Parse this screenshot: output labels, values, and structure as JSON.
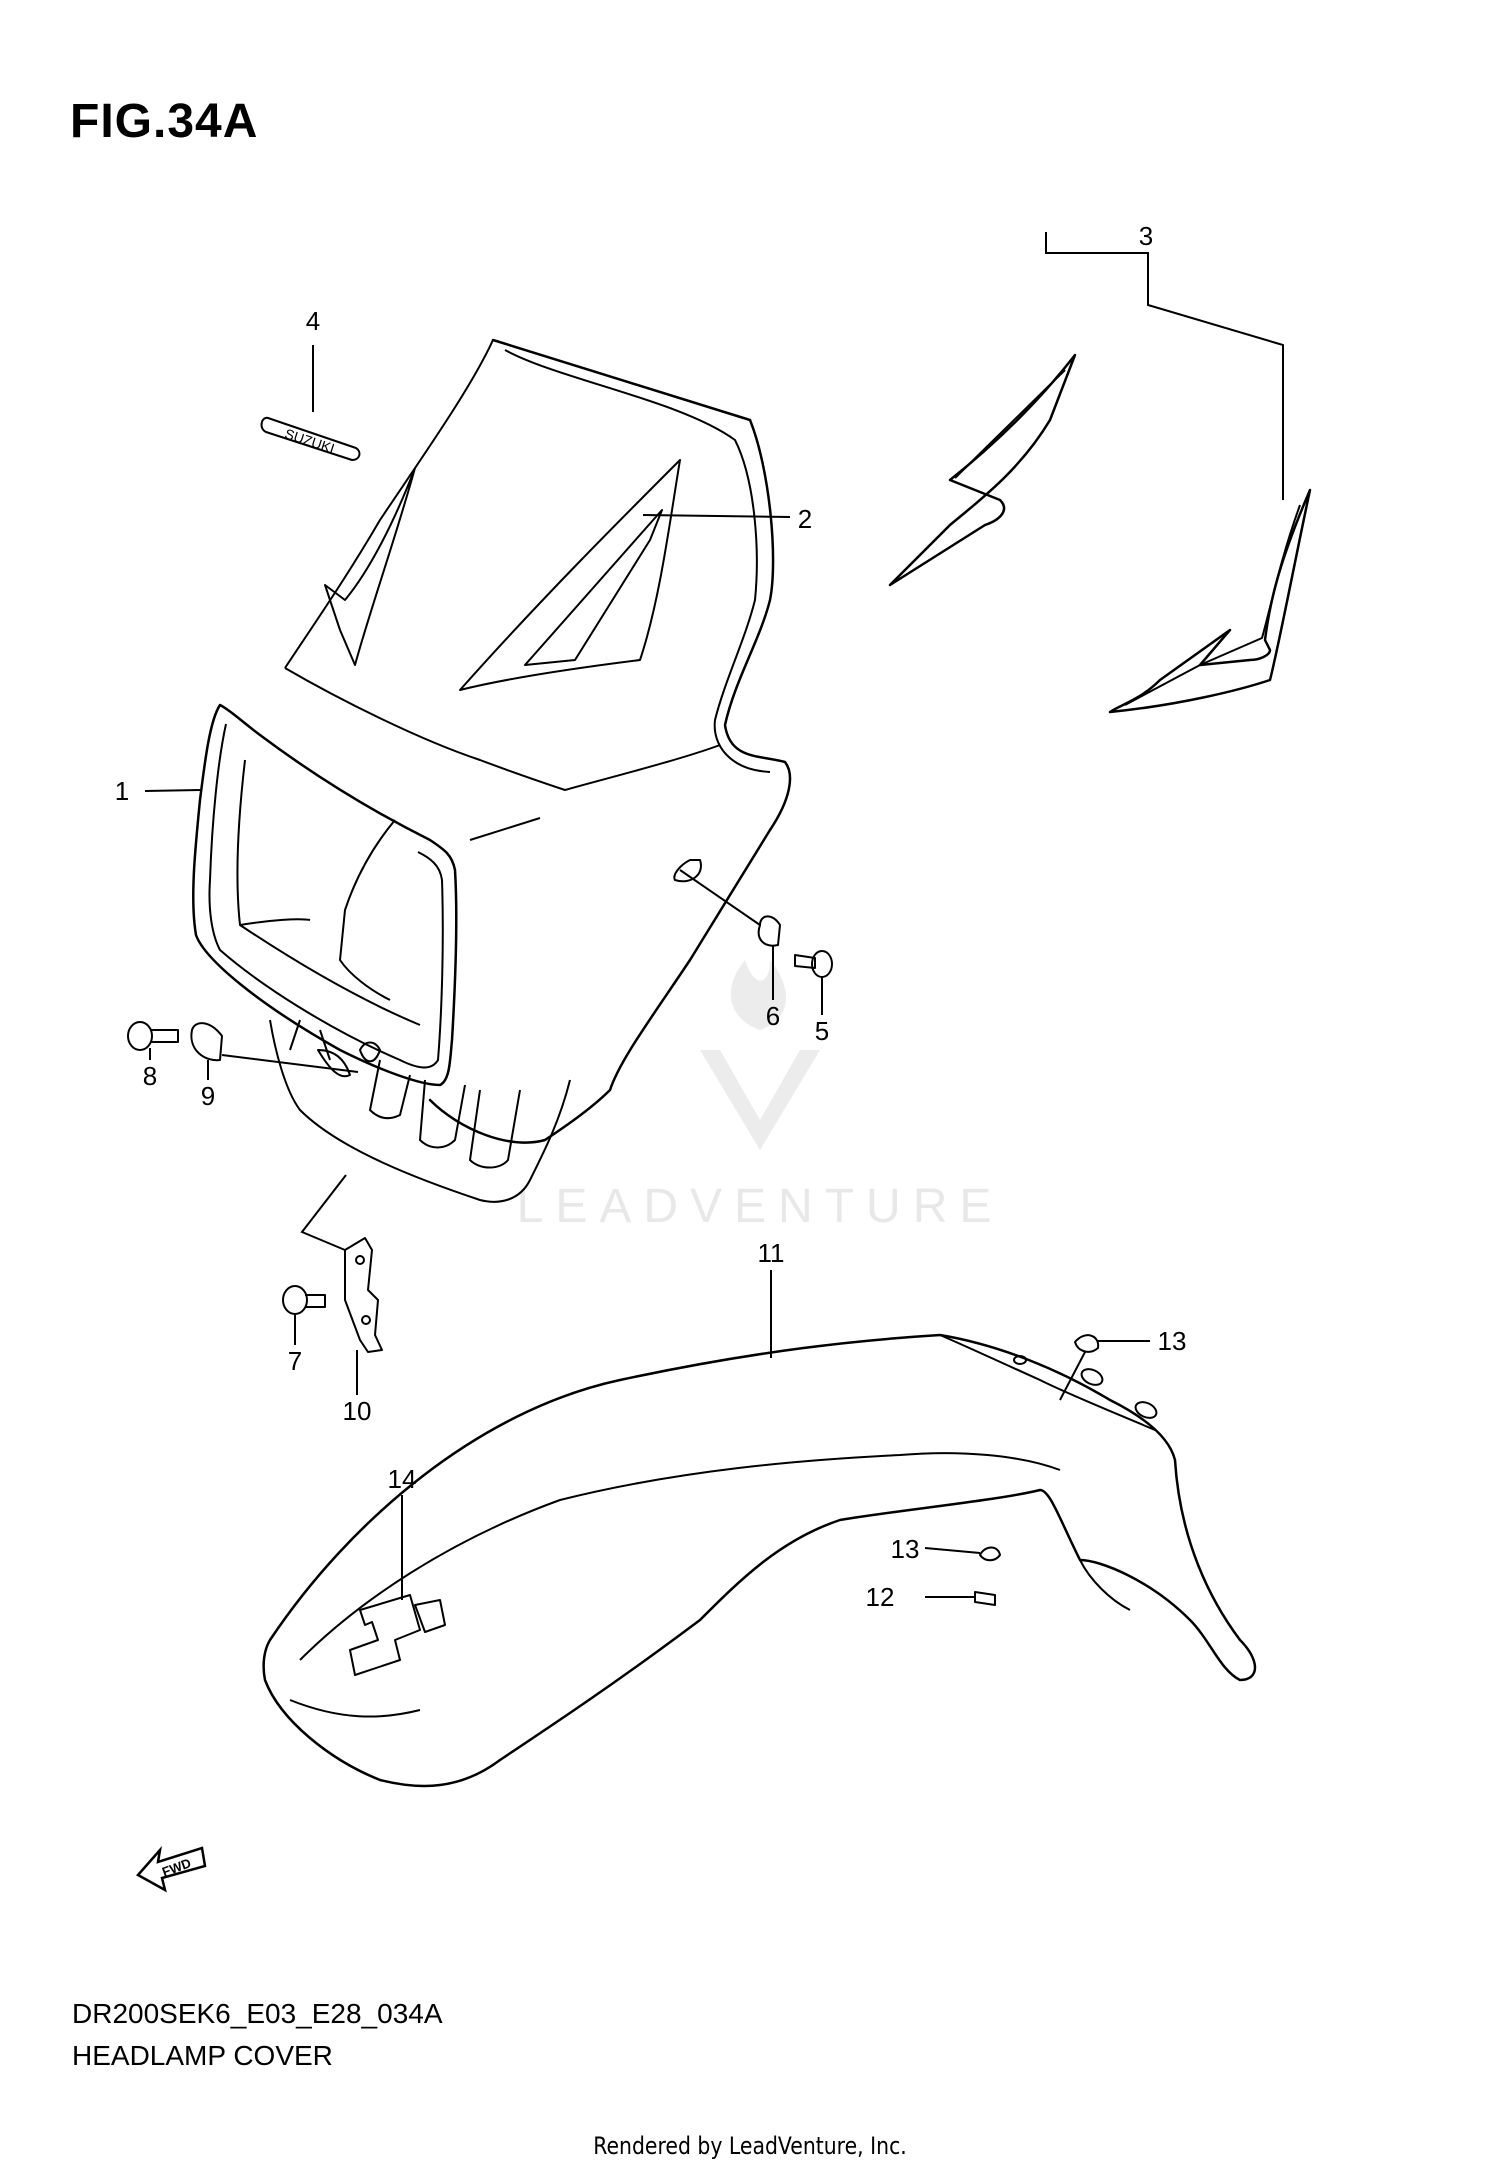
{
  "figure_title": "FIG.34A",
  "model_code": "DR200SEK6_E03_E28_034A",
  "section_name": "HEADLAMP COVER",
  "rendered_by": "Rendered by LeadVenture, Inc.",
  "watermark": "LEADVENTURE",
  "emblem_text": "SUZUKI",
  "fwd_label": "FWD",
  "callouts": {
    "c1": "1",
    "c2": "2",
    "c3": "3",
    "c4": "4",
    "c5": "5",
    "c6": "6",
    "c7": "7",
    "c8": "8",
    "c9": "9",
    "c10": "10",
    "c11": "11",
    "c12": "12",
    "c13a": "13",
    "c13b": "13",
    "c14": "14"
  },
  "colors": {
    "line": "#000000",
    "watermark": "#e8e8e8",
    "background": "#ffffff"
  }
}
